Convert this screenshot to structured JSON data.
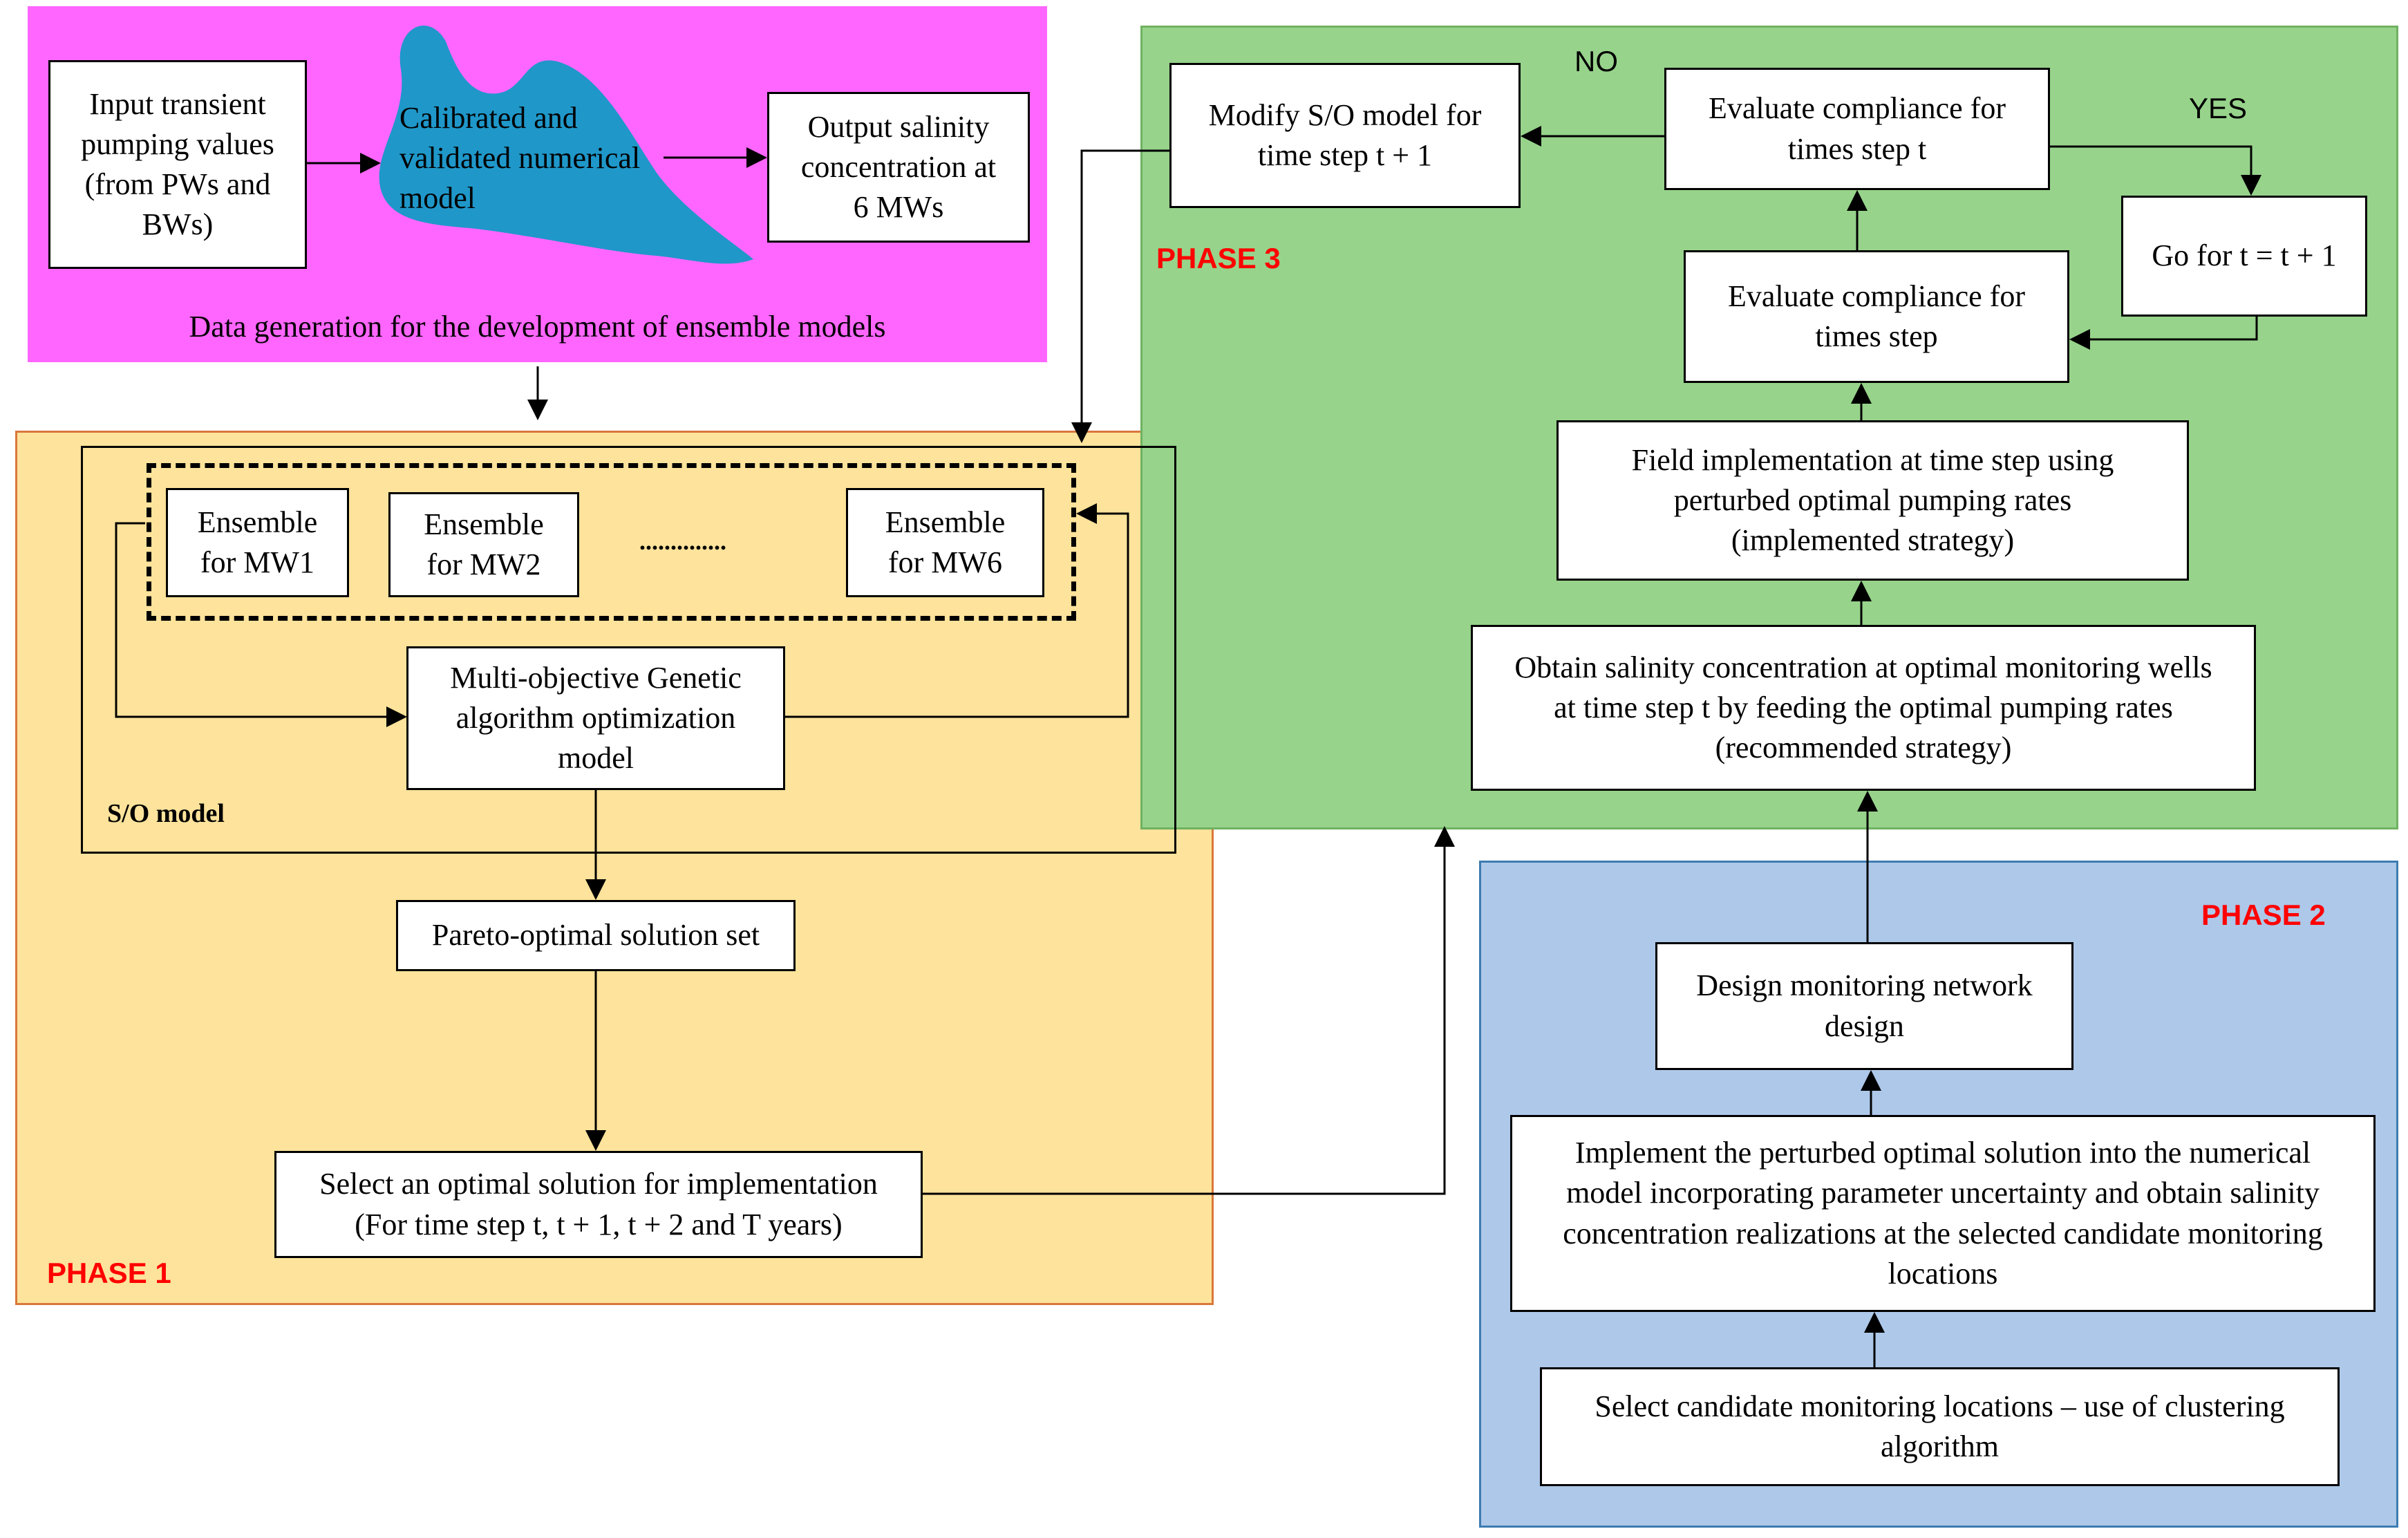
{
  "colors": {
    "magenta": "#ff66ff",
    "yellow": "#fde39b",
    "green": "#97d38b",
    "blue": "#adc8e9",
    "blob": "#1f97c9",
    "phase_label": "#ff0000"
  },
  "icons": {
    "model_shape": "blob-shape"
  },
  "data_generation": {
    "caption": "Data generation for the development of ensemble models",
    "input_box": "Input transient\npumping values\n(from PWs and\nBWs)",
    "numerical_model": "Calibrated and\nvalidated numerical\nmodel",
    "output_box": "Output salinity\nconcentration at\n6 MWs"
  },
  "phase1": {
    "label": "PHASE 1",
    "so_model_label": "S/O model",
    "ensembles": [
      "Ensemble\nfor MW1",
      "Ensemble\nfor MW2",
      "Ensemble\nfor MW6"
    ],
    "ellipsis": "..............",
    "ga_box": "Multi-objective Genetic\nalgorithm optimization\nmodel",
    "pareto_box": "Pareto-optimal solution set",
    "select_box": "Select an optimal solution for implementation\n(For time step t, t + 1, t + 2 and T years)"
  },
  "phase2": {
    "label": "PHASE 2",
    "design_box": "Design monitoring network\ndesign",
    "implement_box": "Implement the perturbed optimal solution into the numerical\nmodel incorporating parameter uncertainty and obtain salinity\nconcentration realizations at the selected candidate monitoring\nlocations",
    "select_box": "Select candidate monitoring locations – use of clustering\nalgorithm"
  },
  "phase3": {
    "label": "PHASE 3",
    "modify_box": "Modify S/O model for\ntime step t + 1",
    "evaluate_t_box": "Evaluate compliance for\ntimes step t",
    "goto_box": "Go for t = t + 1",
    "evaluate_box": "Evaluate compliance for\ntimes step",
    "field_box": "Field implementation at time step using\nperturbed optimal pumping rates\n(implemented strategy)",
    "obtain_box": "Obtain salinity concentration at optimal monitoring wells\nat time step t by feeding the optimal pumping rates\n(recommended strategy)",
    "no_label": "NO",
    "yes_label": "YES"
  }
}
